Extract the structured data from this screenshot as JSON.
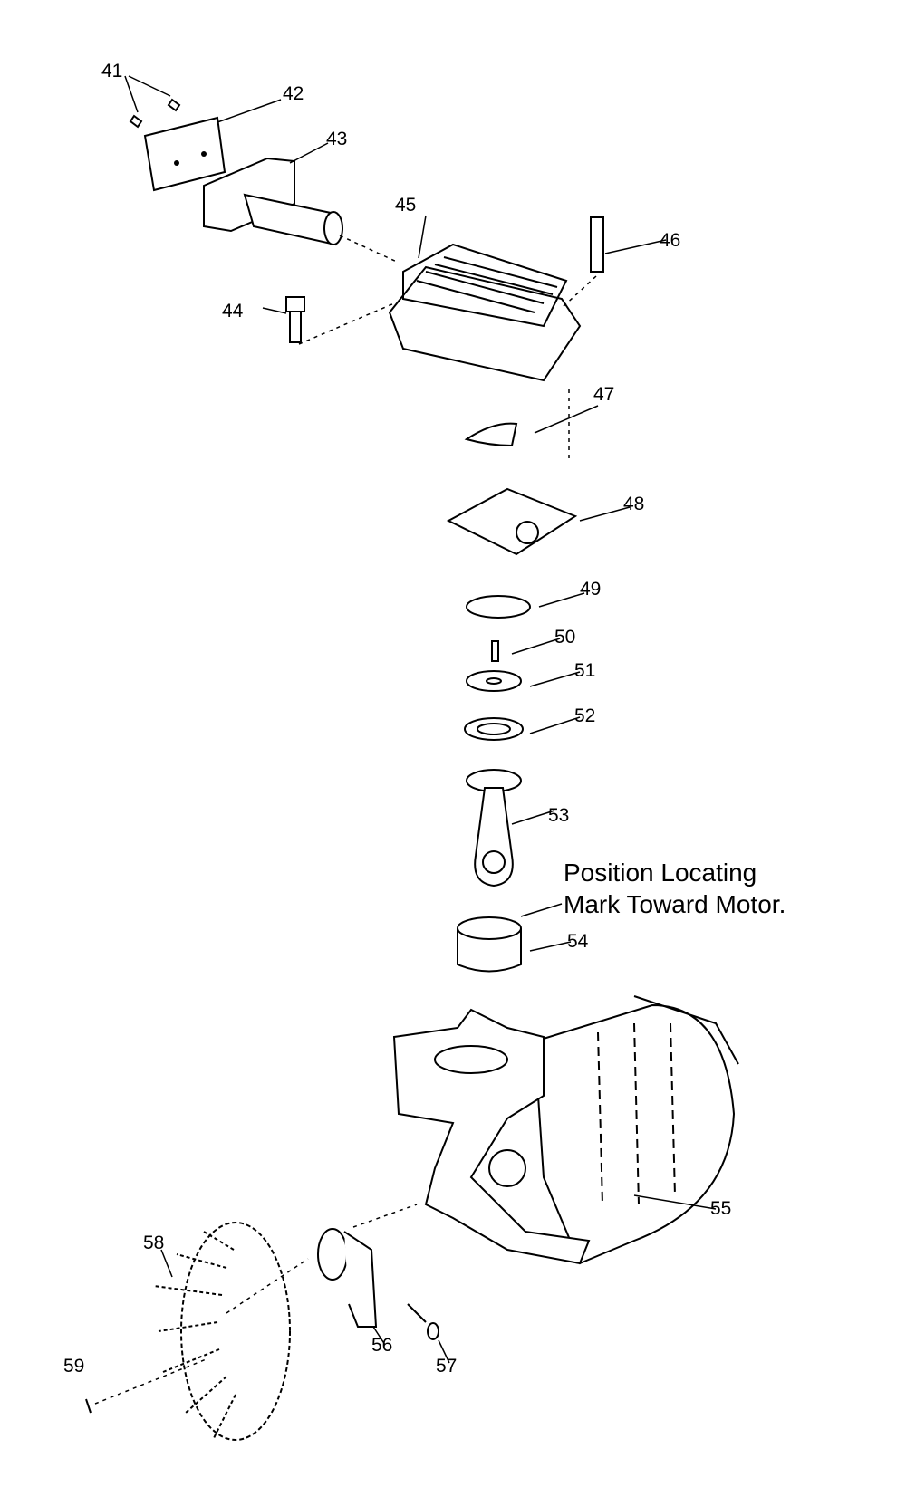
{
  "diagram": {
    "parts": [
      {
        "id": "41",
        "label": "41"
      },
      {
        "id": "42",
        "label": "42"
      },
      {
        "id": "43",
        "label": "43"
      },
      {
        "id": "44",
        "label": "44"
      },
      {
        "id": "45",
        "label": "45"
      },
      {
        "id": "46",
        "label": "46"
      },
      {
        "id": "47",
        "label": "47"
      },
      {
        "id": "48",
        "label": "48"
      },
      {
        "id": "49",
        "label": "49"
      },
      {
        "id": "50",
        "label": "50"
      },
      {
        "id": "51",
        "label": "51"
      },
      {
        "id": "52",
        "label": "52"
      },
      {
        "id": "53",
        "label": "53"
      },
      {
        "id": "54",
        "label": "54"
      },
      {
        "id": "55",
        "label": "55"
      },
      {
        "id": "56",
        "label": "56"
      },
      {
        "id": "57",
        "label": "57"
      },
      {
        "id": "58",
        "label": "58"
      },
      {
        "id": "59",
        "label": "59"
      }
    ],
    "note": {
      "line1": "Position Locating",
      "line2": "Mark Toward Motor."
    }
  }
}
